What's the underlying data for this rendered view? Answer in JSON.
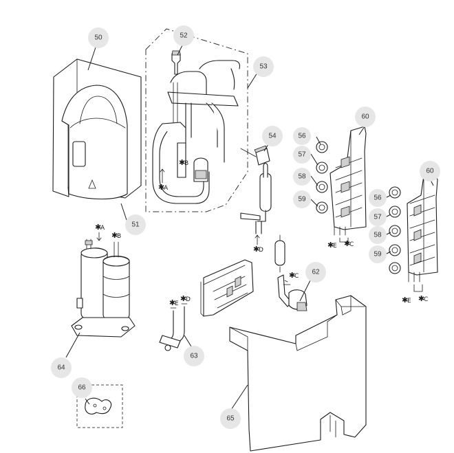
{
  "callouts": [
    {
      "id": "c50",
      "label": "50"
    },
    {
      "id": "c51",
      "label": "51"
    },
    {
      "id": "c52",
      "label": "52"
    },
    {
      "id": "c53",
      "label": "53"
    },
    {
      "id": "c54",
      "label": "54"
    },
    {
      "id": "c56a",
      "label": "56"
    },
    {
      "id": "c57a",
      "label": "57"
    },
    {
      "id": "c58a",
      "label": "58"
    },
    {
      "id": "c59a",
      "label": "59"
    },
    {
      "id": "c60a",
      "label": "60"
    },
    {
      "id": "c60b",
      "label": "60"
    },
    {
      "id": "c56b",
      "label": "56"
    },
    {
      "id": "c57b",
      "label": "57"
    },
    {
      "id": "c58b",
      "label": "58"
    },
    {
      "id": "c59b",
      "label": "59"
    },
    {
      "id": "c62",
      "label": "62"
    },
    {
      "id": "c63",
      "label": "63"
    },
    {
      "id": "c64",
      "label": "64"
    },
    {
      "id": "c65",
      "label": "65"
    },
    {
      "id": "c66",
      "label": "66"
    }
  ],
  "connection_marks": {
    "star": "✱",
    "A": "A",
    "B": "B",
    "C": "C",
    "D": "D",
    "E": "E"
  },
  "colors": {
    "bubble": "#e6e6e6",
    "line": "#1a1a1a"
  }
}
